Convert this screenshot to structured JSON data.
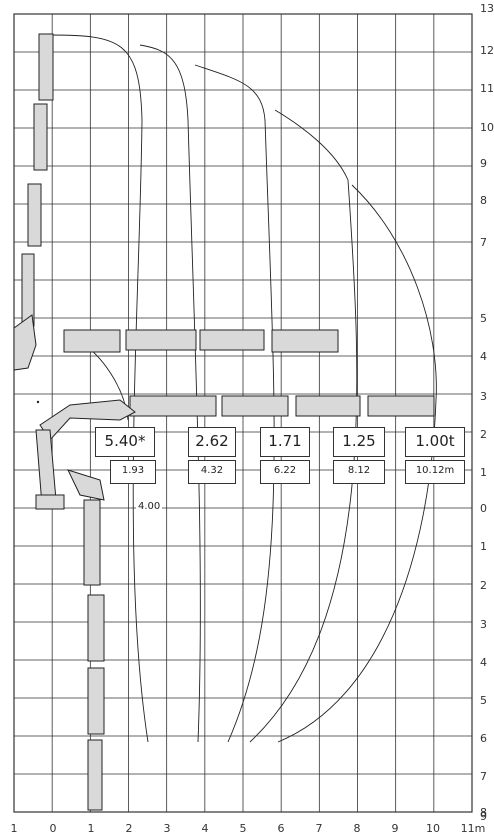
{
  "y_axis_labels": [
    "13",
    "12",
    "11",
    "10",
    "9",
    "8",
    "7",
    "5",
    "4",
    "3",
    "2",
    "1",
    "0",
    "1",
    "2",
    "3",
    "4",
    "5",
    "6",
    "7",
    "8",
    "9"
  ],
  "x_axis_labels": [
    "1",
    "0",
    "1",
    "2",
    "3",
    "4",
    "5",
    "6",
    "7",
    "8",
    "9",
    "10",
    "11m"
  ],
  "load_boxes": [
    {
      "load": "5.40*",
      "reach": "1.93"
    },
    {
      "load": "2.62",
      "reach": "4.32"
    },
    {
      "load": "1.71",
      "reach": "6.22"
    },
    {
      "load": "1.25",
      "reach": "8.12"
    },
    {
      "load": "1.00t",
      "reach": "10.12m"
    }
  ],
  "inner_reach_label": "4.00",
  "colors": {
    "grid": "#333333",
    "line": "#222222",
    "boom_fill": "#d9d9d9"
  }
}
